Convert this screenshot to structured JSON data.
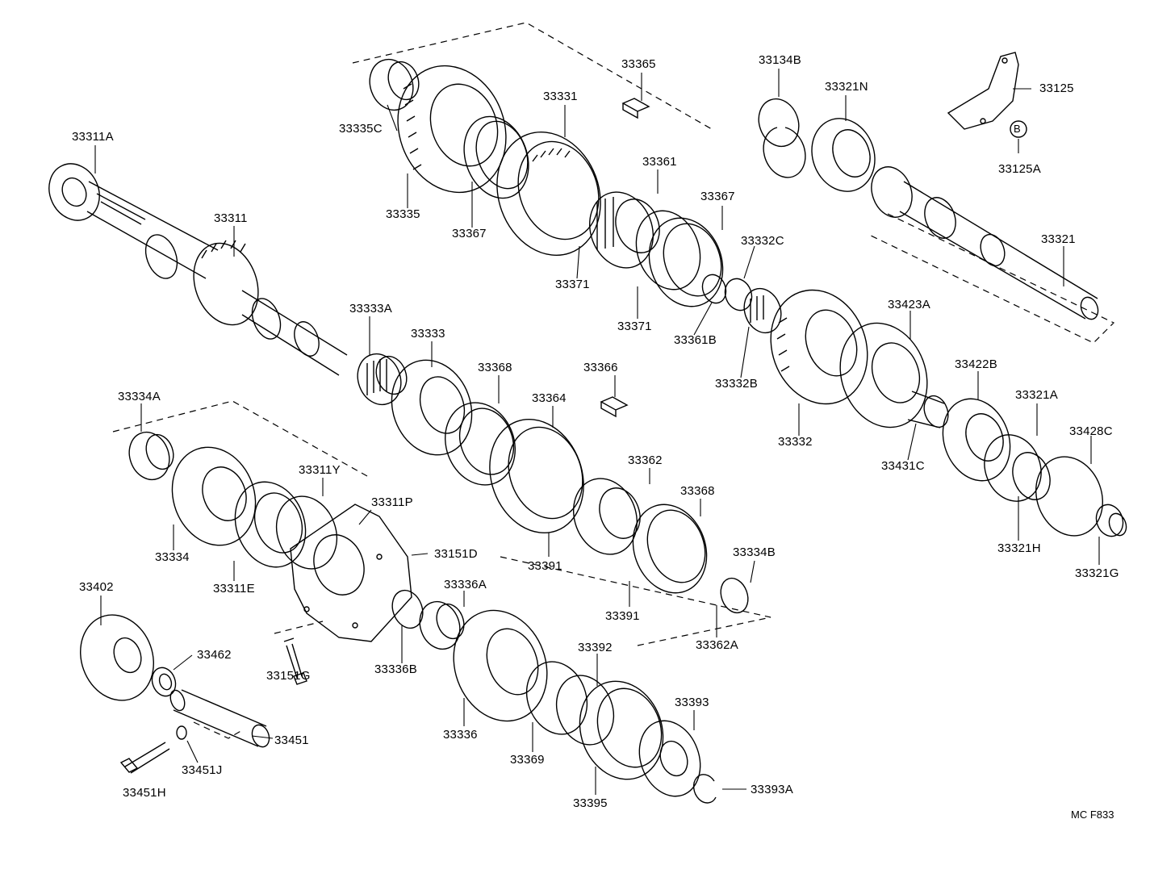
{
  "diagram": {
    "labels": [
      {
        "id": "33311A",
        "text": "33311A"
      },
      {
        "id": "33311",
        "text": "33311"
      },
      {
        "id": "33335C",
        "text": "33335C"
      },
      {
        "id": "33335",
        "text": "33335"
      },
      {
        "id": "33367a",
        "text": "33367"
      },
      {
        "id": "33331",
        "text": "33331"
      },
      {
        "id": "33365",
        "text": "33365"
      },
      {
        "id": "33361",
        "text": "33361"
      },
      {
        "id": "33367b",
        "text": "33367"
      },
      {
        "id": "33371a",
        "text": "33371"
      },
      {
        "id": "33371b",
        "text": "33371"
      },
      {
        "id": "33361B",
        "text": "33361B"
      },
      {
        "id": "33332C",
        "text": "33332C"
      },
      {
        "id": "33332B",
        "text": "33332B"
      },
      {
        "id": "33134B",
        "text": "33134B"
      },
      {
        "id": "33321N",
        "text": "33321N"
      },
      {
        "id": "33125",
        "text": "33125"
      },
      {
        "id": "33125A",
        "text": "33125A"
      },
      {
        "id": "33321",
        "text": "33321"
      },
      {
        "id": "33423A",
        "text": "33423A"
      },
      {
        "id": "33332",
        "text": "33332"
      },
      {
        "id": "33431C",
        "text": "33431C"
      },
      {
        "id": "33422B",
        "text": "33422B"
      },
      {
        "id": "33321A",
        "text": "33321A"
      },
      {
        "id": "33428C",
        "text": "33428C"
      },
      {
        "id": "33321H",
        "text": "33321H"
      },
      {
        "id": "33321G",
        "text": "33321G"
      },
      {
        "id": "33333A",
        "text": "33333A"
      },
      {
        "id": "33333",
        "text": "33333"
      },
      {
        "id": "33368a",
        "text": "33368"
      },
      {
        "id": "33364",
        "text": "33364"
      },
      {
        "id": "33366",
        "text": "33366"
      },
      {
        "id": "33362",
        "text": "33362"
      },
      {
        "id": "33368b",
        "text": "33368"
      },
      {
        "id": "33391a",
        "text": "33391"
      },
      {
        "id": "33391b",
        "text": "33391"
      },
      {
        "id": "33334B",
        "text": "33334B"
      },
      {
        "id": "33362A",
        "text": "33362A"
      },
      {
        "id": "33334A",
        "text": "33334A"
      },
      {
        "id": "33334",
        "text": "33334"
      },
      {
        "id": "33311Y",
        "text": "33311Y"
      },
      {
        "id": "33311P",
        "text": "33311P"
      },
      {
        "id": "33311E",
        "text": "33311E"
      },
      {
        "id": "33151D",
        "text": "33151D"
      },
      {
        "id": "33336A",
        "text": "33336A"
      },
      {
        "id": "33336B",
        "text": "33336B"
      },
      {
        "id": "33336",
        "text": "33336"
      },
      {
        "id": "33151G",
        "text": "33151G"
      },
      {
        "id": "33402",
        "text": "33402"
      },
      {
        "id": "33462",
        "text": "33462"
      },
      {
        "id": "33451",
        "text": "33451"
      },
      {
        "id": "33451J",
        "text": "33451J"
      },
      {
        "id": "33451H",
        "text": "33451H"
      },
      {
        "id": "33392",
        "text": "33392"
      },
      {
        "id": "33369",
        "text": "33369"
      },
      {
        "id": "33395",
        "text": "33395"
      },
      {
        "id": "33393",
        "text": "33393"
      },
      {
        "id": "33393A",
        "text": "33393A"
      }
    ],
    "callout_symbol": "B",
    "figure_code": "MC F833"
  }
}
